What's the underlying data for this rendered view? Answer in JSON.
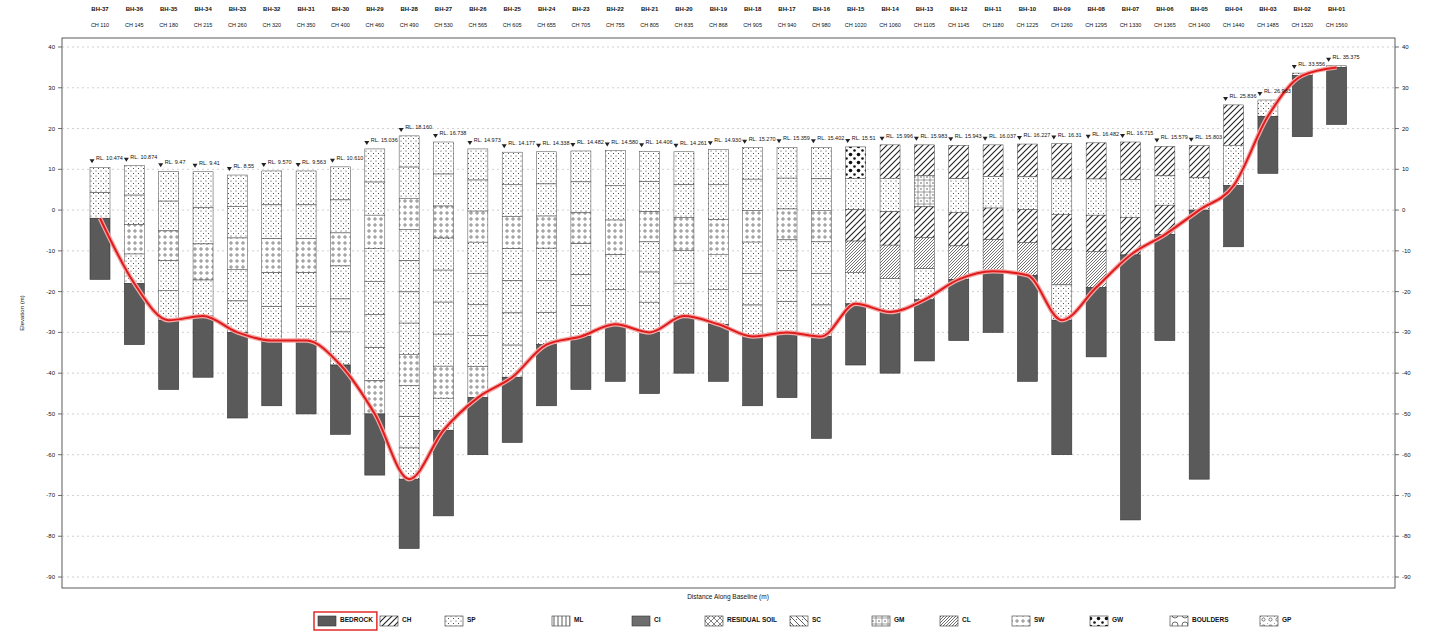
{
  "diagram": {
    "labels": [
      "BH-37",
      "BH-36",
      "BH-35",
      "BH-34",
      "BH-33",
      "BH-32",
      "BH-31",
      "BH-30",
      "BH-29",
      "BH-28",
      "BH-27",
      "BH-26",
      "BH-25",
      "BH-24",
      "BH-23",
      "BH-22",
      "BH-21",
      "BH-20",
      "BH-19",
      "BH-18",
      "BH-17",
      "BH-16",
      "BH-15",
      "BH-14",
      "BH-13",
      "BH-12",
      "BH-11",
      "BH-10",
      "BH-09",
      "BH-08",
      "BH-07",
      "BH-06",
      "BH-05",
      "BH-04",
      "BH-03",
      "BH-02",
      "BH-01",
      "CH 110",
      "CH 145",
      "CH 180",
      "CH 215",
      "CH 260",
      "CH 320",
      "CH 350",
      "CH 400",
      "CH 460",
      "CH 490",
      "CH 530",
      "CH 565",
      "CH 605",
      "CH 655",
      "CH 705",
      "CH 755",
      "CH 805",
      "CH 835",
      "CH 868",
      "CH 905",
      "CH 940",
      "CH 980",
      "CH 1020",
      "CH 1060",
      "CH 1105",
      "CH 1145",
      "CH 1180",
      "CH 1225",
      "CH 1260",
      "CH 1295",
      "CH 1330",
      "CH 1365",
      "CH 1400",
      "CH 1440",
      "CH 1485",
      "CH 1520",
      "CH 1560",
      "RL. 10.474",
      "RL. 10.874",
      "RL. 9.47",
      "RL. 9.41",
      "RL. 8.55",
      "RL. 9.570",
      "RL. 9.563",
      "RL. 10.610",
      "RL. 15.036",
      "RL. 18.160",
      "RL. 16.738",
      "RL. 14.973",
      "RL. 14.177",
      "RL. 14.338",
      "RL. 14.482",
      "RL. 14.580",
      "RL. 14.406",
      "RL. 14.261",
      "RL. 14.930",
      "RL. 15.270",
      "RL. 15.359",
      "RL. 15.402",
      "RL. 15.51",
      "RL. 15.996",
      "RL. 15.983",
      "RL. 15.943",
      "RL. 16.037",
      "RL. 16.227",
      "RL. 16.31",
      "RL. 16.482",
      "RL. 16.715",
      "RL. 15.579",
      "RL. 15.803",
      "RL. 25.836",
      "RL. 26.963",
      "RL. 33.556",
      "RL. 35.375",
      "40",
      "30",
      "20",
      "10",
      "0",
      "-10",
      "-20",
      "-30",
      "-40",
      "-50",
      "-60",
      "-70",
      "-80",
      "-90",
      "40",
      "30",
      "20",
      "10",
      "0",
      "-10",
      "-20",
      "-30",
      "-40",
      "-50",
      "-60",
      "-70",
      "-80",
      "-90",
      "Elevation (m)",
      "Distance Along Baseline (m)"
    ],
    "legend": [
      {
        "text": "BEDROCK",
        "color": "#5a5a5a"
      },
      {
        "text": "CH"
      },
      {
        "text": "SP"
      },
      {
        "text": "ML"
      },
      {
        "text": "CI",
        "color": "#6e6e6e"
      },
      {
        "text": "RESIDUAL SOIL"
      },
      {
        "text": "SC"
      },
      {
        "text": "GM"
      },
      {
        "text": "CL"
      },
      {
        "text": "SW"
      },
      {
        "text": "GW"
      },
      {
        "text": "BOULDERS"
      },
      {
        "text": "GP"
      }
    ]
  }
}
